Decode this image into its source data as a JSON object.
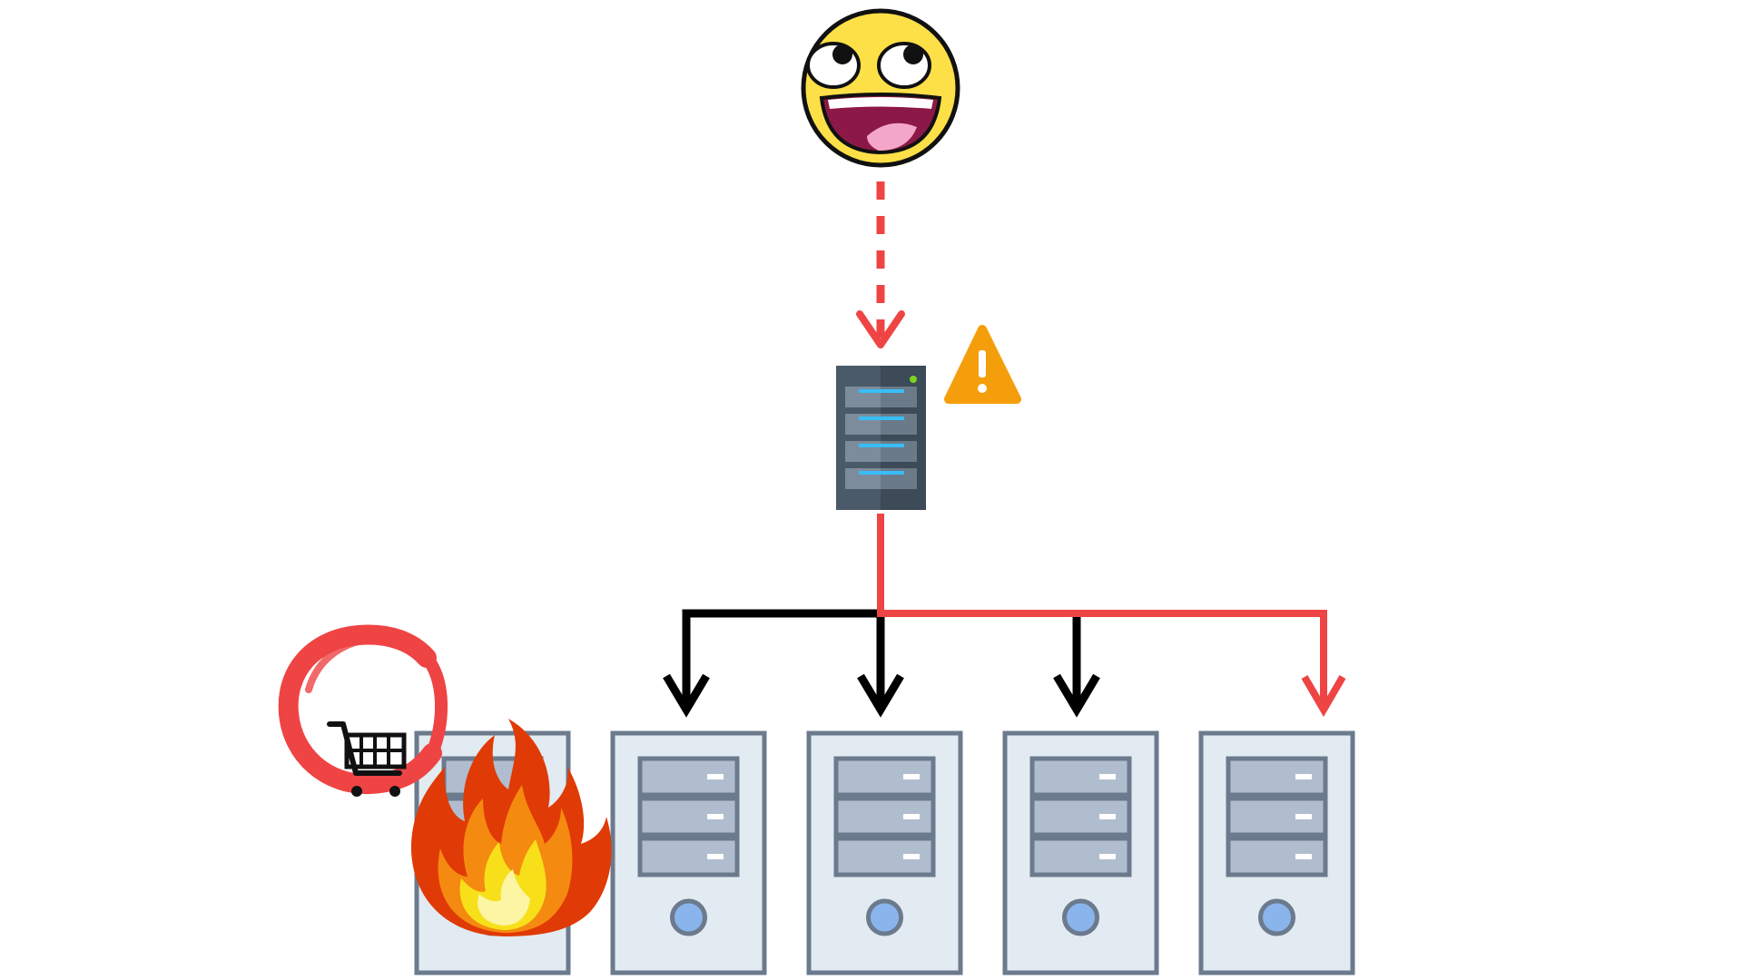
{
  "diagram": {
    "nodes": [
      {
        "id": "user",
        "kind": "user",
        "icon": "happy-face-icon"
      },
      {
        "id": "load-balancer",
        "kind": "server-rack",
        "icon": "server-rack-icon",
        "status": "warning"
      },
      {
        "id": "server-1",
        "kind": "backend-server",
        "icon": "server-tower-icon",
        "status": "on-fire",
        "badge": "shopping-cart-icon"
      },
      {
        "id": "server-2",
        "kind": "backend-server",
        "icon": "server-tower-icon",
        "status": "ok"
      },
      {
        "id": "server-3",
        "kind": "backend-server",
        "icon": "server-tower-icon",
        "status": "ok"
      },
      {
        "id": "server-4",
        "kind": "backend-server",
        "icon": "server-tower-icon",
        "status": "ok"
      },
      {
        "id": "server-5",
        "kind": "backend-server",
        "icon": "server-tower-icon",
        "status": "ok"
      }
    ],
    "edges": [
      {
        "from": "user",
        "to": "load-balancer",
        "style": "dashed",
        "color": "#ef4444"
      },
      {
        "from": "load-balancer",
        "to": "server-2",
        "style": "solid",
        "color": "#000000"
      },
      {
        "from": "load-balancer",
        "to": "server-3",
        "style": "solid",
        "color": "#000000"
      },
      {
        "from": "load-balancer",
        "to": "server-4",
        "style": "solid",
        "color": "#000000"
      },
      {
        "from": "load-balancer",
        "to": "server-5",
        "style": "solid",
        "color": "#ef4444"
      }
    ]
  },
  "colors": {
    "request_red": "#ef4444",
    "route_black": "#000000",
    "warning_orange": "#f59e0b",
    "server_fill": "#e2eaf2",
    "server_stroke": "#6b7a8c",
    "drive_fill": "#b0bdcf",
    "power_blue": "#8ab4ec",
    "rack_dark": "#4b5a68",
    "led_blue": "#38bdf8",
    "smiley_yellow": "#fde047",
    "mouth_maroon": "#8b1846",
    "tongue_pink": "#f4a6c8"
  }
}
